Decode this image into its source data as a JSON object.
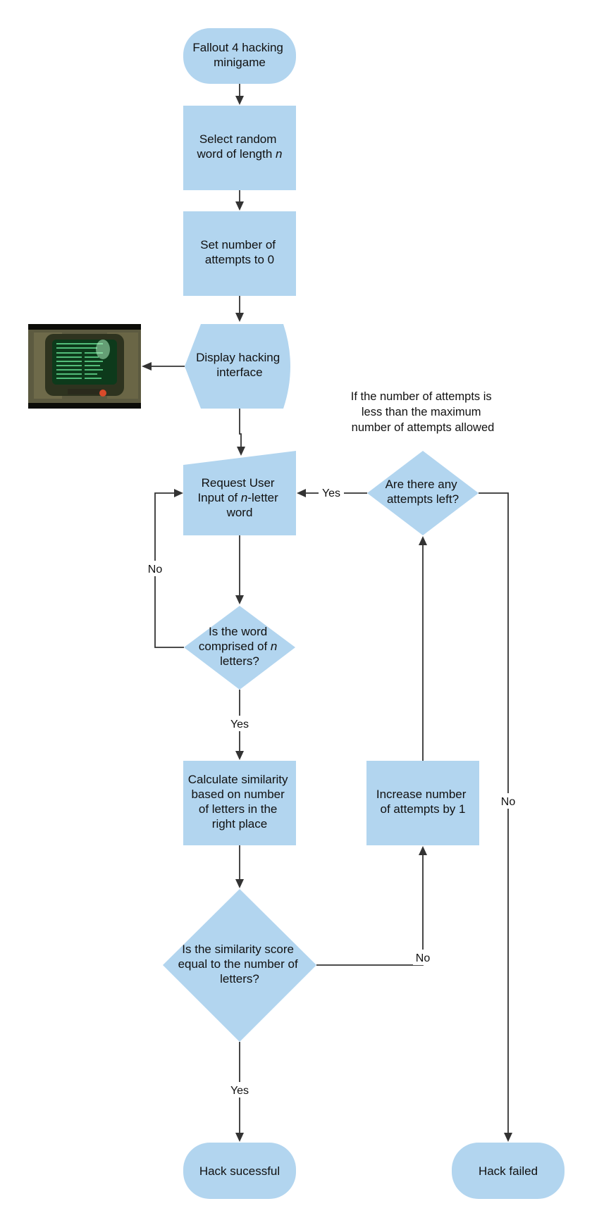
{
  "nodes": {
    "start": {
      "lines": [
        "Fallout 4 hacking",
        "minigame"
      ]
    },
    "select_word": {
      "lines": [
        "Select random",
        "word of length "
      ],
      "italic": "n"
    },
    "set_attempts": {
      "lines": [
        "Set number of",
        "attempts to 0"
      ]
    },
    "display": {
      "lines": [
        "Display hacking",
        "interface"
      ]
    },
    "request": {
      "line1": "Request User",
      "line2_pre": "Input of ",
      "line2_italic": "n",
      "line2_post": "-letter",
      "line3": "word"
    },
    "check_length": {
      "line1": "Is the word",
      "line2_pre": "comprised of ",
      "line2_italic": "n",
      "line3": "letters?"
    },
    "calculate": {
      "lines": [
        "Calculate similarity",
        "based on number",
        "of letters in the",
        "right place"
      ]
    },
    "check_similarity": {
      "lines": [
        "Is the similarity score",
        "equal to the number of",
        "letters?"
      ]
    },
    "increase": {
      "lines": [
        "Increase number",
        "of attempts by 1"
      ]
    },
    "attempts_left": {
      "lines": [
        "Are there any",
        "attempts left?"
      ]
    },
    "success": {
      "lines": [
        "Hack sucessful"
      ]
    },
    "failed": {
      "lines": [
        "Hack failed"
      ]
    }
  },
  "note": {
    "lines": [
      "If the number of attempts is",
      "less than the maximum",
      "number of attempts allowed"
    ]
  },
  "edge_labels": {
    "attempts_yes": "Yes",
    "length_no": "No",
    "length_yes": "Yes",
    "similarity_no": "No",
    "similarity_yes": "Yes",
    "attempts_no": "No"
  },
  "colors": {
    "shape_fill": "#b2d5ef",
    "line": "#333333",
    "terminal_screen": "#5fd38a"
  }
}
